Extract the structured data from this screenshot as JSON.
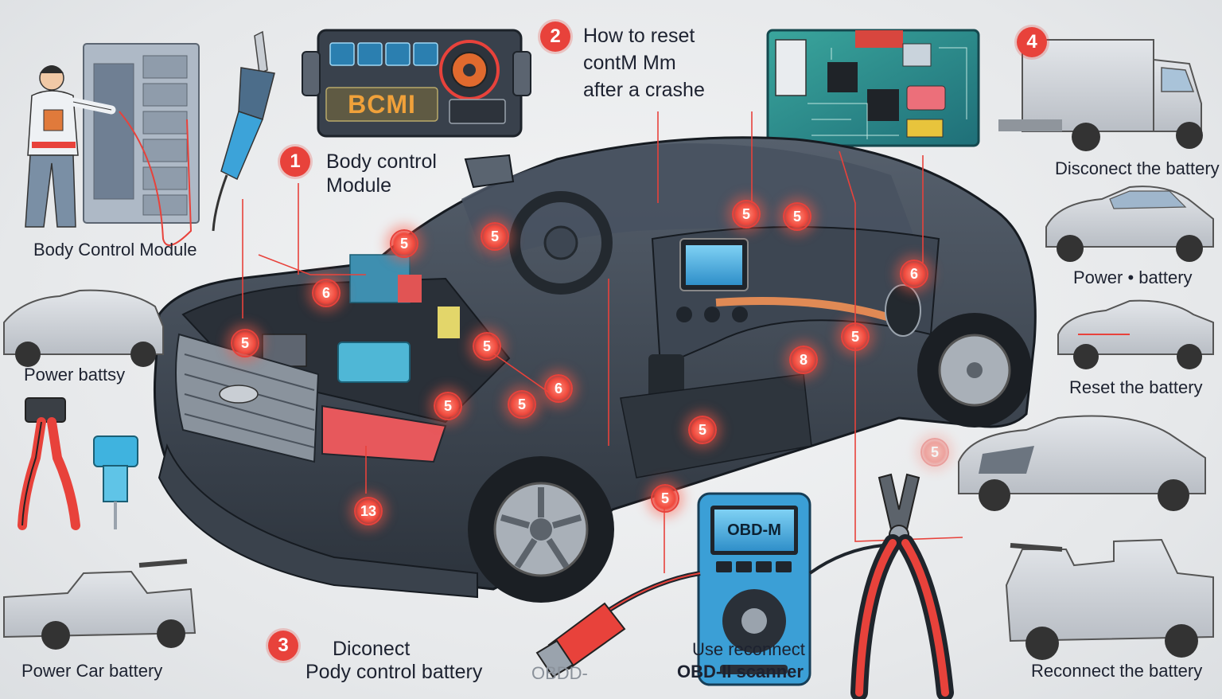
{
  "header": {
    "step2_number": "2",
    "step2_line1": "How to reset",
    "step2_line2": "contM Mm",
    "step2_line3": "after a crashe"
  },
  "bcm_panel": {
    "label": "BCMI"
  },
  "steps": {
    "step1_number": "1",
    "step1_line1": "Body control",
    "step1_line2": "Module",
    "step3_number": "3",
    "step3_line1": "Diconect",
    "step3_line2": "Pody control battery",
    "step4_number": "4"
  },
  "left_labels": {
    "body_control_module": "Body Control Module",
    "power_battery": "Power battsy",
    "power_car_battery": "Power  Car battery"
  },
  "right_labels": {
    "disconnect": "Disconect the battery",
    "power_battery": "Power  • battery",
    "reset": "Reset the battery",
    "reconnect": "Reconnect the battery"
  },
  "bottom_labels": {
    "obd_cable": "OBDD-",
    "use_line1": "Use reconnect",
    "use_line2": "OBD-II scanner"
  },
  "scanner": {
    "screen_text": "OBD-M"
  },
  "hotspots": [
    "5",
    "5",
    "5",
    "5",
    "5",
    "5",
    "6",
    "5",
    "5",
    "5",
    "8",
    "6",
    "6",
    "13",
    "5",
    "5",
    "5"
  ],
  "colors": {
    "accent_red": "#e8423b",
    "car_body": "#3b4450",
    "scanner_blue": "#3b9fd6",
    "pcb_green": "#2f8e86"
  }
}
